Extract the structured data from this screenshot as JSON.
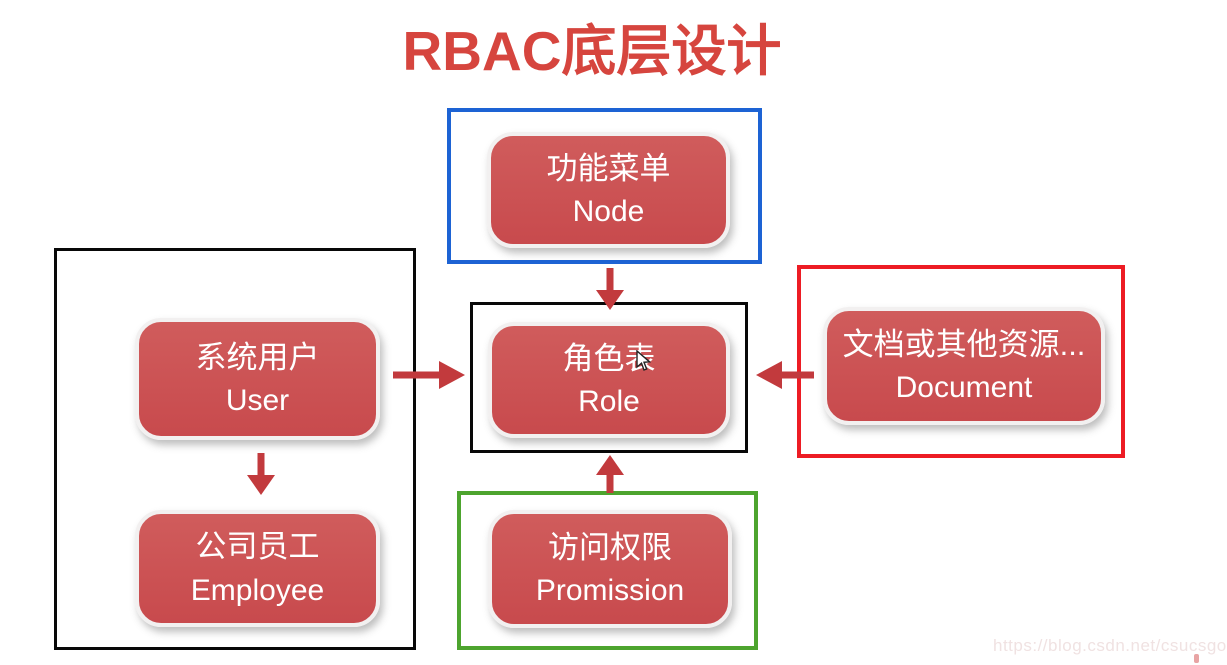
{
  "title": "RBAC底层设计",
  "watermark": "https://blog.csdn.net/csucsgoat",
  "colors": {
    "title_red": "#d6453e",
    "entity_box_fill": "#cb4c4f",
    "entity_box_border": "#f2f0f0",
    "entity_text": "#ffffff",
    "arrow_red": "#c23a3d",
    "frame_blue": "#1d63d4",
    "frame_black": "#080808",
    "frame_red": "#ed1c24",
    "frame_green": "#4da42e",
    "watermark_gray": "#f0e2e2"
  },
  "nodes": {
    "node": {
      "zh": "功能菜单",
      "en": "Node"
    },
    "user": {
      "zh": "系统用户",
      "en": "User"
    },
    "employee": {
      "zh": "公司员工",
      "en": "Employee"
    },
    "role": {
      "zh": "角色表",
      "en": "Role"
    },
    "document": {
      "zh": "文档或其他资源...",
      "en": "Document"
    },
    "promission": {
      "zh": "访问权限",
      "en": "Promission"
    }
  },
  "icons": {
    "cursor": "mouse-pointer"
  }
}
